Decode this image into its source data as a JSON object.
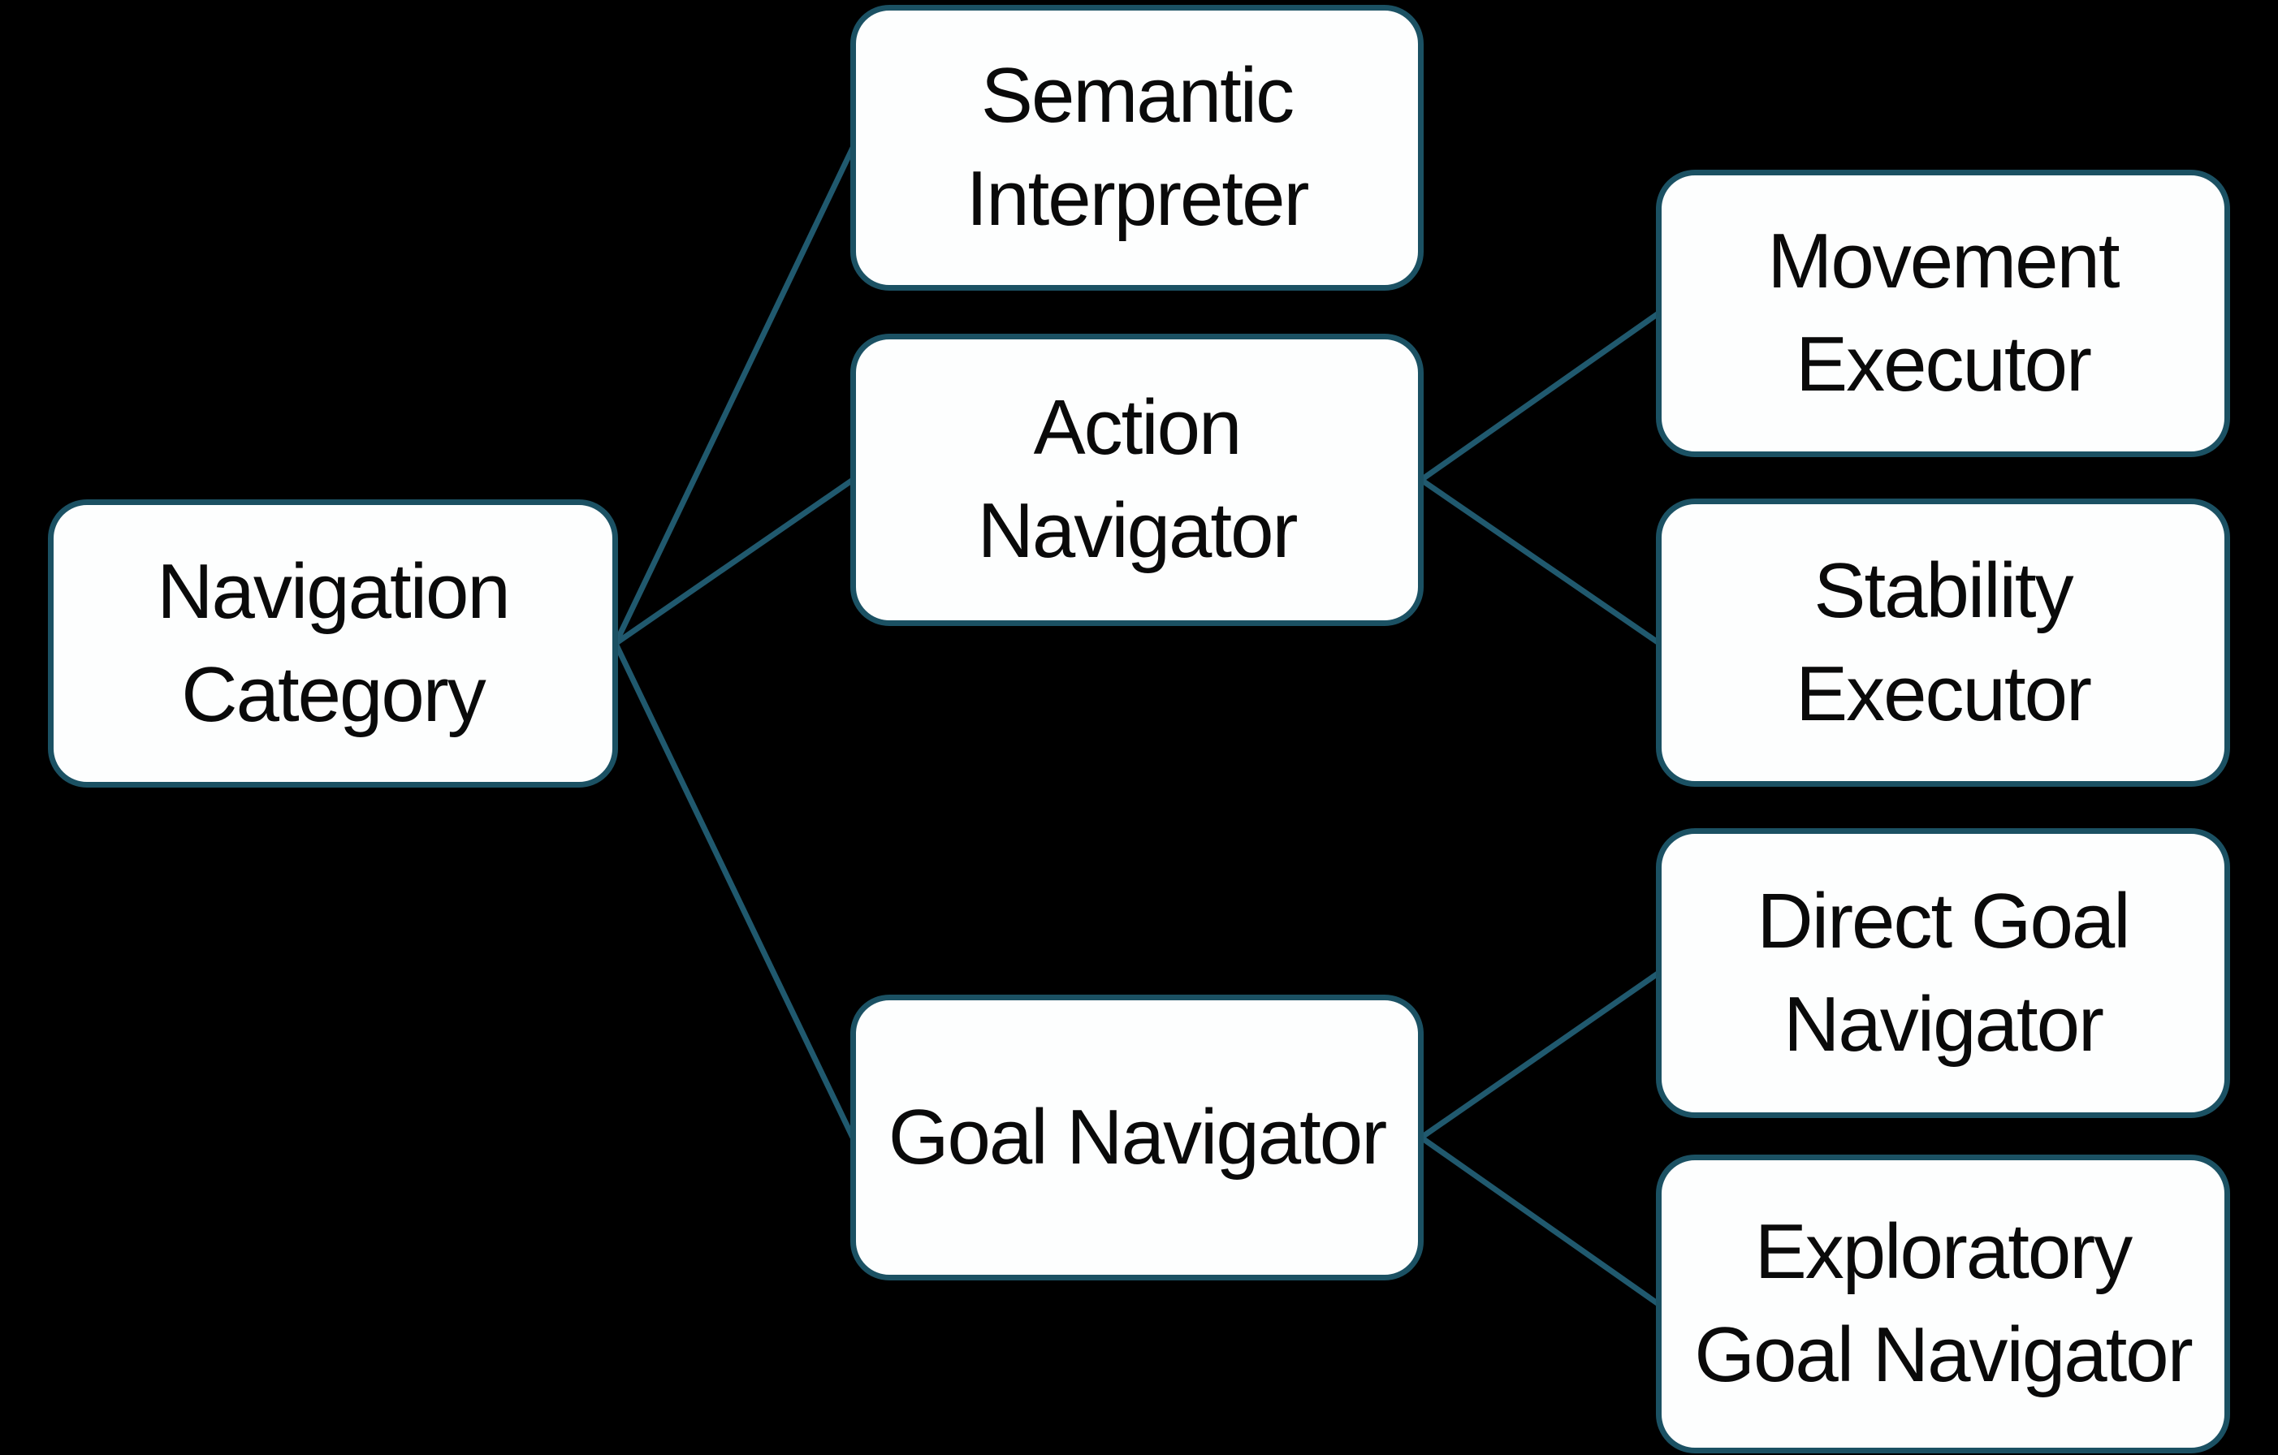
{
  "colors": {
    "background": "#000000",
    "node_fill": "#fdfefe",
    "node_border": "#1b5163",
    "connector": "#20596e",
    "text": "#0a0a0a"
  },
  "nodes": [
    {
      "id": "navigation-category",
      "label": "Navigation Category"
    },
    {
      "id": "semantic-interpreter",
      "label": "Semantic Interpreter"
    },
    {
      "id": "action-navigator",
      "label": "Action Navigator"
    },
    {
      "id": "goal-navigator",
      "label": "Goal Navigator"
    },
    {
      "id": "movement-executor",
      "label": "Movement Executor"
    },
    {
      "id": "stability-executor",
      "label": "Stability Executor"
    },
    {
      "id": "direct-goal-navigator",
      "label": "Direct Goal Navigator"
    },
    {
      "id": "exploratory-goal-navigator",
      "label": "Exploratory Goal Navigator"
    }
  ],
  "edges": [
    {
      "from": "navigation-category",
      "to": "semantic-interpreter"
    },
    {
      "from": "navigation-category",
      "to": "action-navigator"
    },
    {
      "from": "navigation-category",
      "to": "goal-navigator"
    },
    {
      "from": "action-navigator",
      "to": "movement-executor"
    },
    {
      "from": "action-navigator",
      "to": "stability-executor"
    },
    {
      "from": "goal-navigator",
      "to": "direct-goal-navigator"
    },
    {
      "from": "goal-navigator",
      "to": "exploratory-goal-navigator"
    }
  ]
}
